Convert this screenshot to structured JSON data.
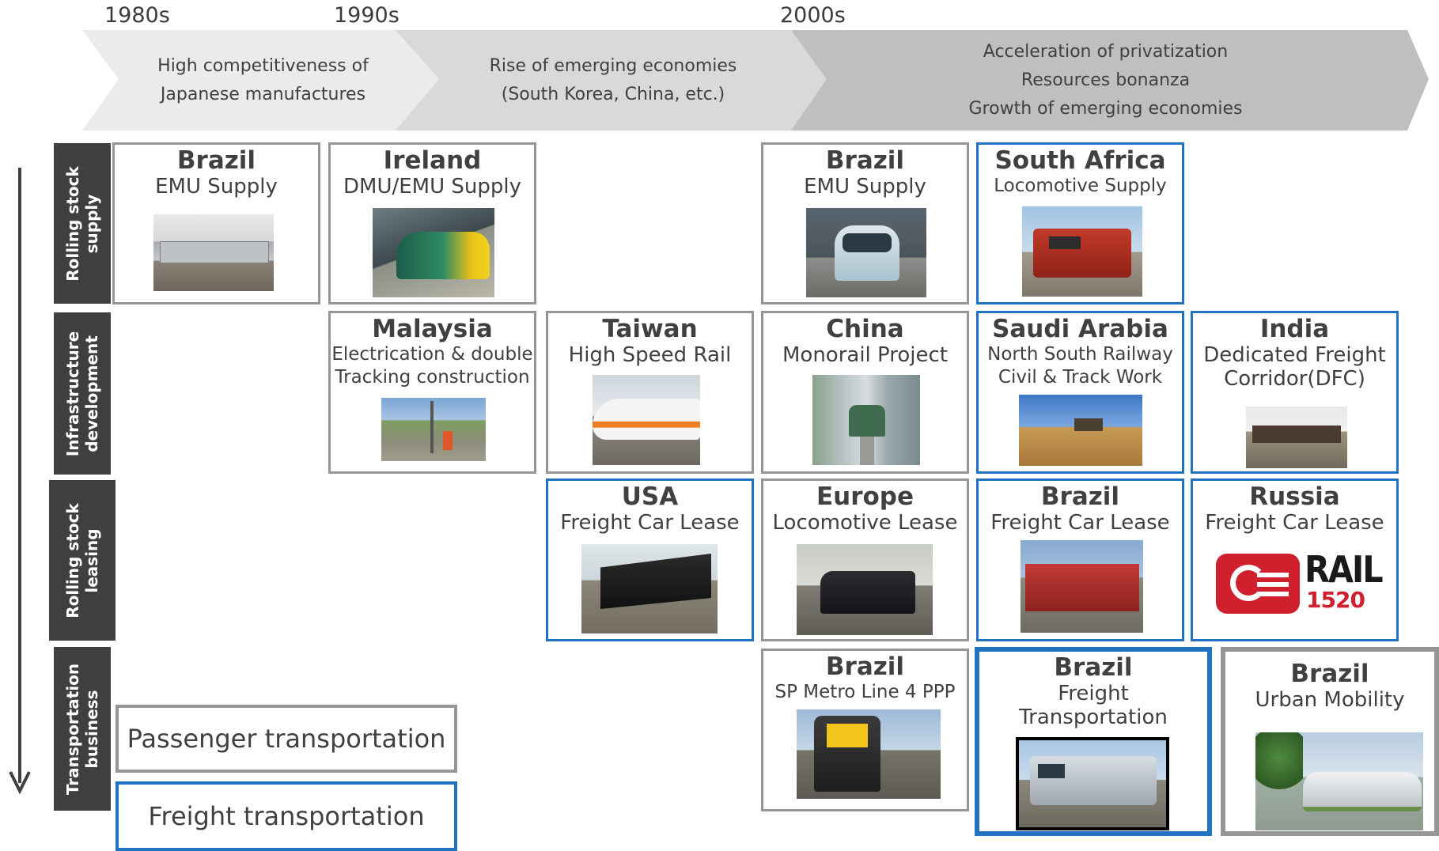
{
  "decades": [
    "1980s",
    "1990s",
    "2000s"
  ],
  "eras": [
    {
      "lines": [
        "High competitiveness of",
        "Japanese manufactures"
      ]
    },
    {
      "lines": [
        "Rise of emerging economies",
        "(South Korea, China, etc.)"
      ]
    },
    {
      "lines": [
        "Acceleration of privatization",
        "Resources bonanza",
        "Growth of emerging economies"
      ]
    }
  ],
  "rows": [
    {
      "lines": [
        "Rolling stock",
        "supply"
      ]
    },
    {
      "lines": [
        "Infrastructure",
        "development"
      ]
    },
    {
      "lines": [
        "Rolling stock",
        "leasing"
      ]
    },
    {
      "lines": [
        "Transportation",
        "business"
      ]
    }
  ],
  "cards": [
    {
      "country": "Brazil",
      "project": [
        "EMU Supply"
      ],
      "image": "commuter-train-photo"
    },
    {
      "country": "Ireland",
      "project": [
        "DMU/EMU Supply"
      ],
      "image": "intercity-train-photo"
    },
    {
      "country": "Brazil",
      "project": [
        "EMU Supply"
      ],
      "image": "metro-train-photo"
    },
    {
      "country": "South Africa",
      "project": [
        "Locomotive Supply"
      ],
      "image": "red-locomotive-photo"
    },
    {
      "country": "Malaysia",
      "project": [
        "Electrication & double",
        "Tracking construction"
      ],
      "image": "track-construction-photo"
    },
    {
      "country": "Taiwan",
      "project": [
        "High Speed Rail"
      ],
      "image": "high-speed-train-photo"
    },
    {
      "country": "China",
      "project": [
        "Monorail Project"
      ],
      "image": "monorail-photo"
    },
    {
      "country": "Saudi Arabia",
      "project": [
        "North South Railway",
        "Civil & Track Work"
      ],
      "image": "desert-earthwork-photo"
    },
    {
      "country": "India",
      "project": [
        "Dedicated Freight",
        "Corridor(DFC)"
      ],
      "image": "freight-train-photo"
    },
    {
      "country": "USA",
      "project": [
        "Freight Car Lease"
      ],
      "image": "hopper-car-photo"
    },
    {
      "country": "Europe",
      "project": [
        "Locomotive Lease"
      ],
      "image": "black-locomotive-photo"
    },
    {
      "country": "Brazil",
      "project": [
        "Freight Car Lease"
      ],
      "image": "red-freight-car-photo"
    },
    {
      "country": "Russia",
      "project": [
        "Freight Car Lease"
      ],
      "logo_text": [
        "RAIL",
        "1520"
      ]
    },
    {
      "country": "Brazil",
      "project": [
        "SP Metro Line 4 PPP"
      ],
      "image": "metro-line4-photo"
    },
    {
      "country": "Brazil",
      "project": [
        "Freight",
        "Transportation"
      ],
      "image": "freight-locomotive-photo"
    },
    {
      "country": "Brazil",
      "project": [
        "Urban Mobility"
      ],
      "image": "light-rail-photo"
    }
  ],
  "legend": {
    "passenger": "Passenger transportation",
    "freight": "Freight transportation"
  },
  "colors": {
    "blue_border": "#1f73c0",
    "gray_border": "#969696",
    "row_label_bg": "#3f3f3f",
    "arrow_light": "#ebebeb",
    "arrow_mid": "#d9d9d9",
    "arrow_dark": "#bfbfbf"
  }
}
